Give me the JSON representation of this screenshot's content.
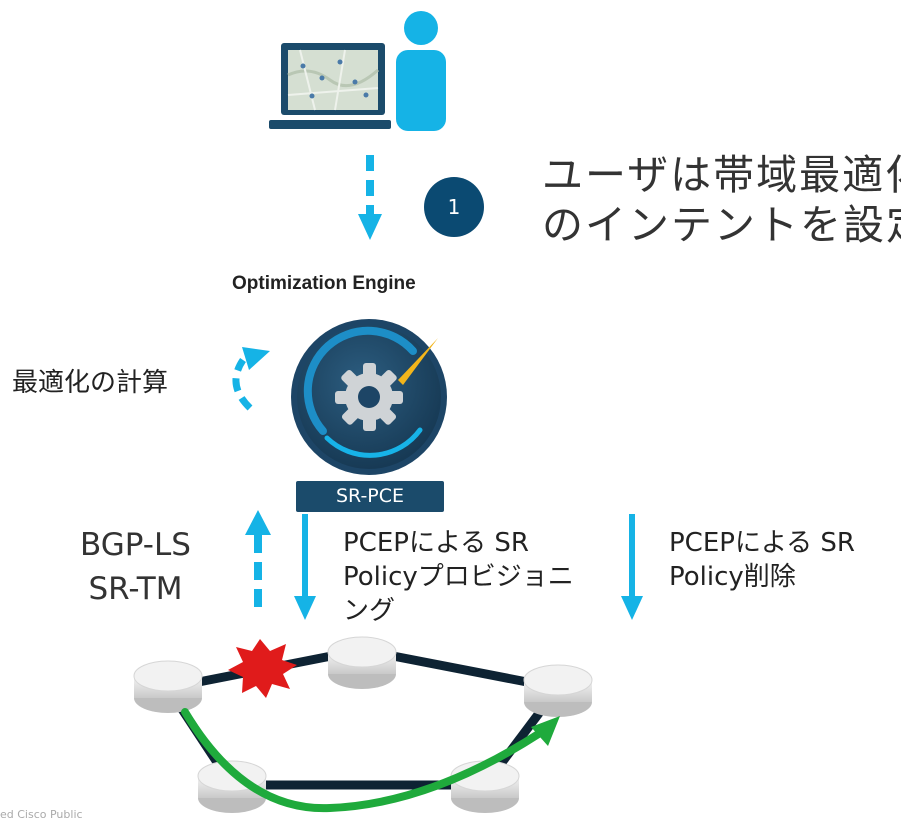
{
  "step": {
    "number": "1",
    "line1": "ユーザは帯域最適化",
    "line2": "のインテントを設定"
  },
  "engine": {
    "title": "Optimization Engine",
    "compute_label": "最適化の計算",
    "srpce_label": "SR-PCE"
  },
  "protocols": {
    "bgp_line1": "BGP-LS",
    "bgp_line2": "SR-TM"
  },
  "provision": {
    "line1": "PCEPによる SR",
    "line2": "Policyプロビジョニ",
    "line3": "ング"
  },
  "deletion": {
    "line1": "PCEPによる SR",
    "line2": "Policy削除"
  },
  "footer": {
    "text": "ed   Cisco Public"
  },
  "colors": {
    "arrow": "#15b3e6",
    "badge": "#0b4a72",
    "srpce": "#1b4b6b",
    "link": "#0e2333",
    "failure": "#e01b1b",
    "path": "#1faa3c"
  },
  "icons": [
    "laptop-map-icon",
    "user-icon",
    "optimization-engine-gear-icon",
    "router-icon",
    "link-failure-icon"
  ]
}
